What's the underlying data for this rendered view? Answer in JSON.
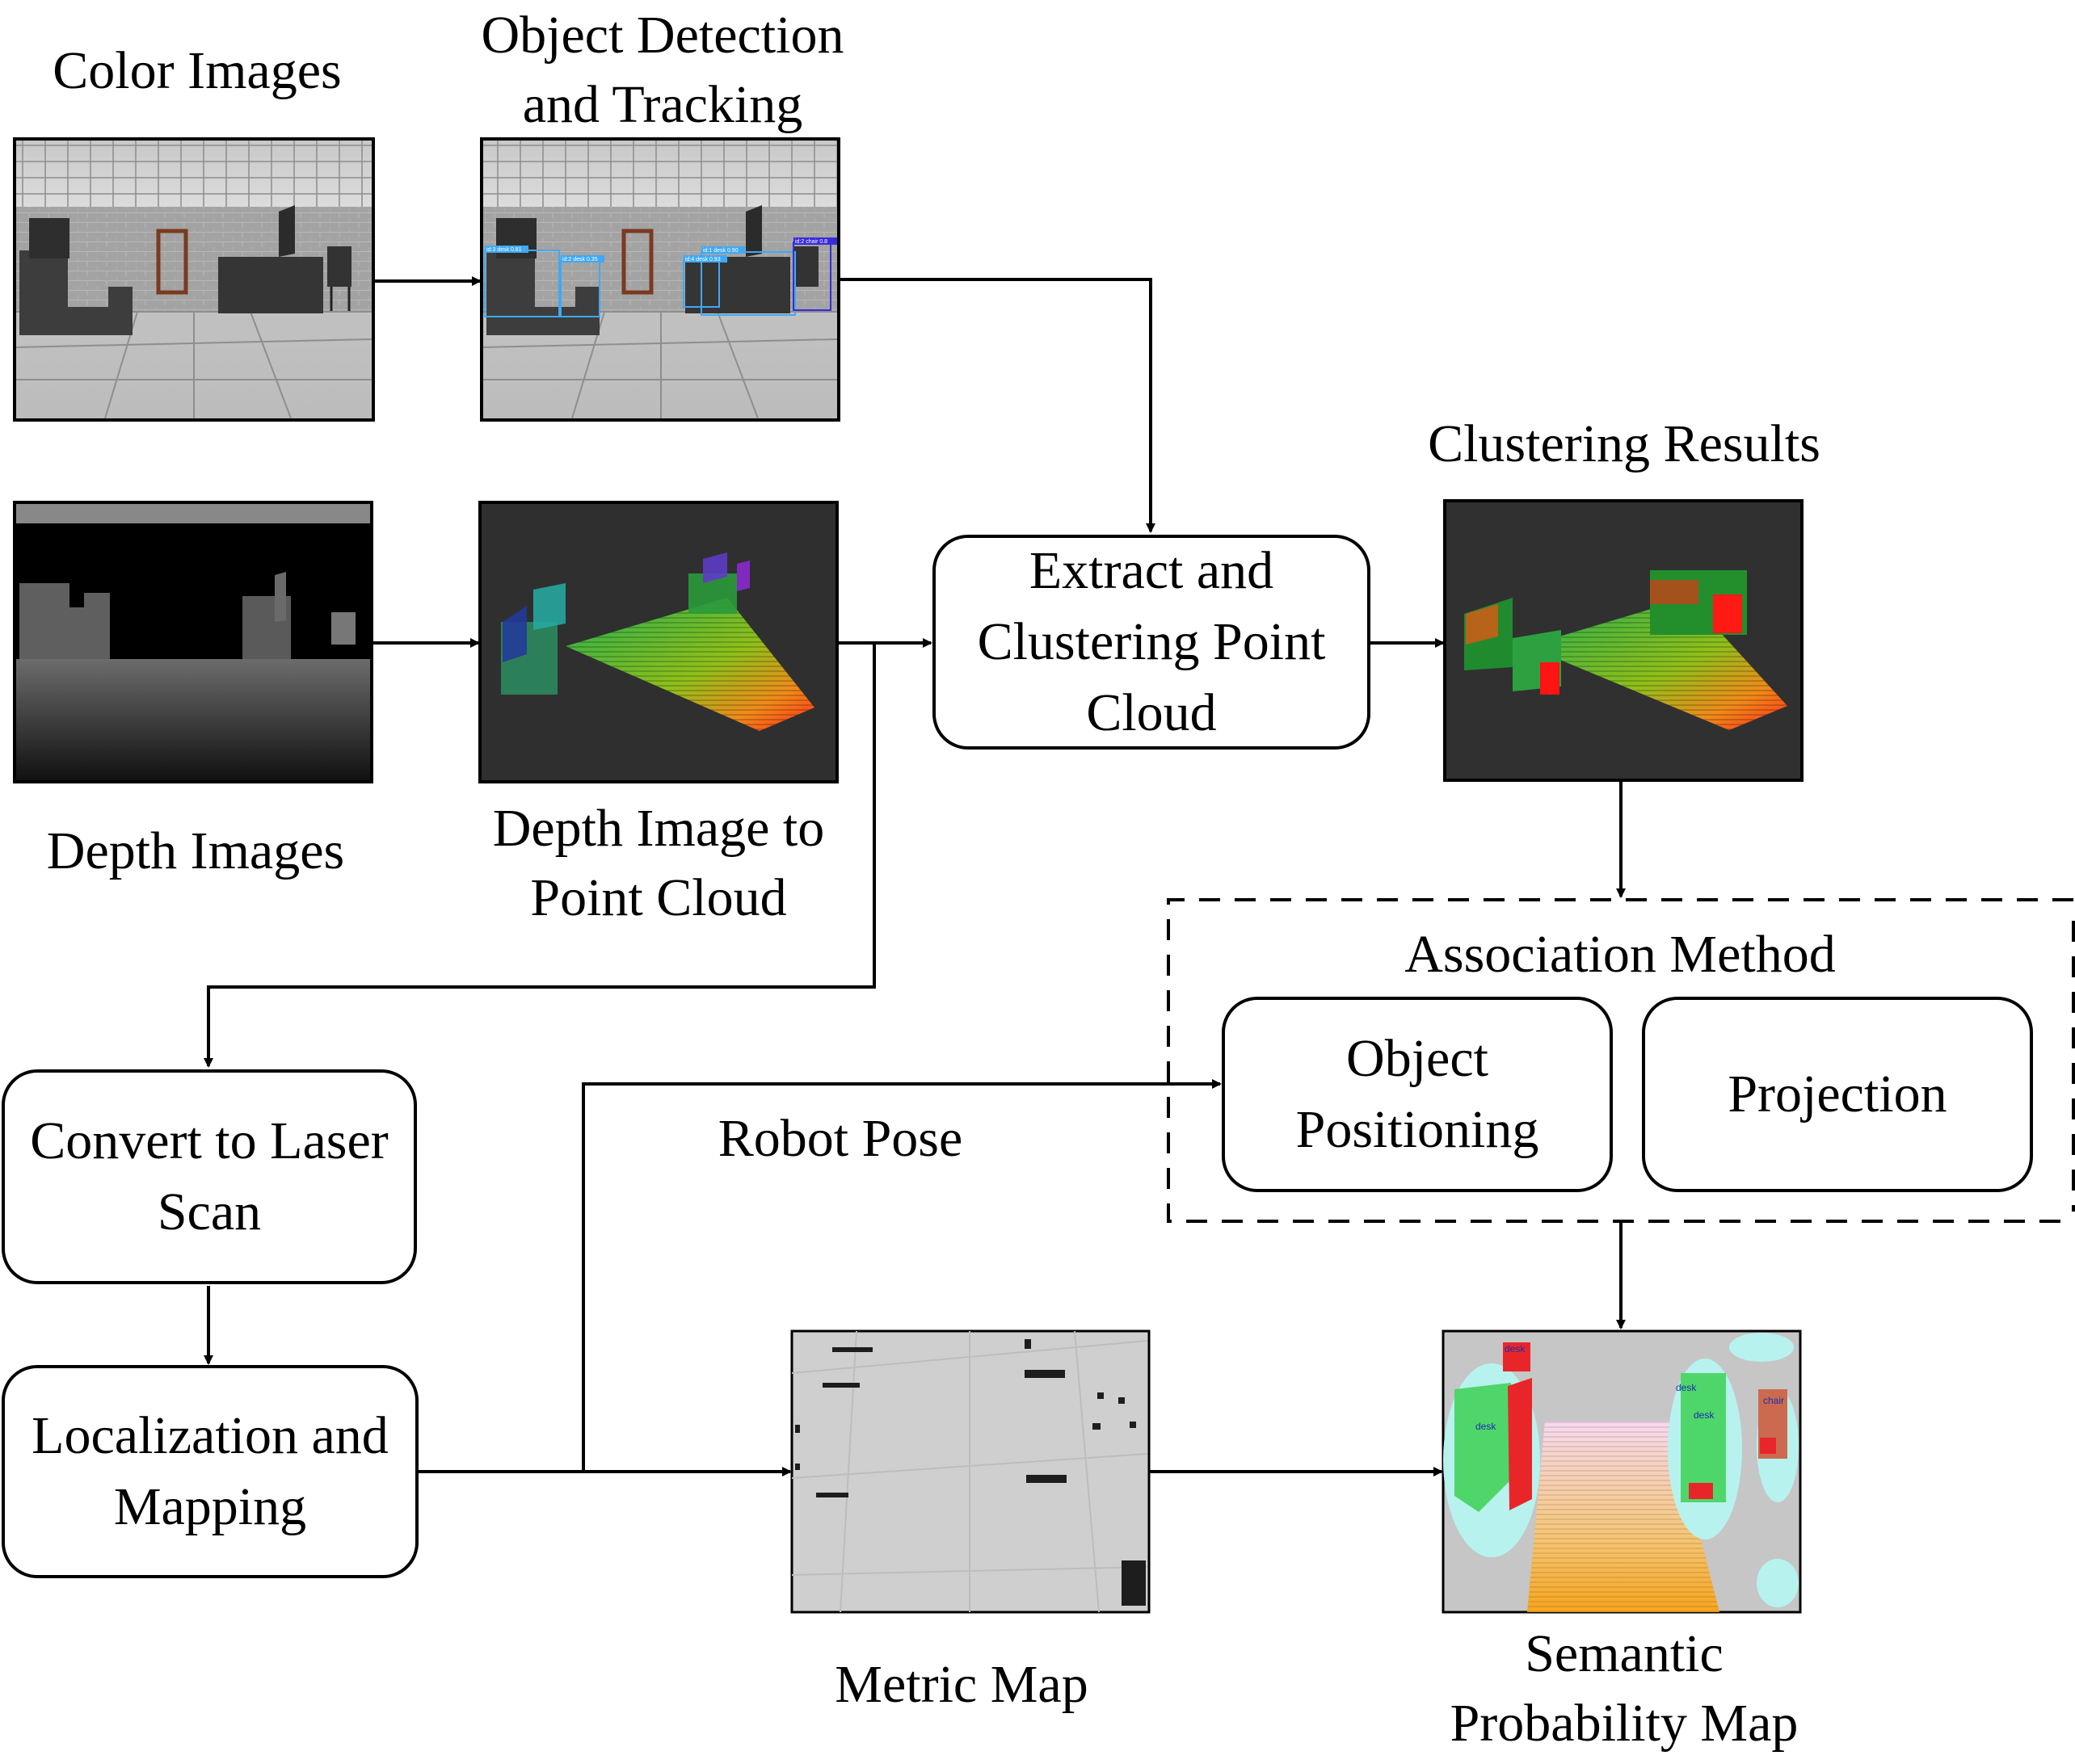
{
  "labels": {
    "color_images": "Color Images",
    "object_detection_line1": "Object Detection",
    "object_detection_line2": "and Tracking",
    "depth_images": "Depth Images",
    "depth_to_pc_line1": "Depth Image to",
    "depth_to_pc_line2": "Point Cloud",
    "clustering_results": "Clustering Results",
    "association_method": "Association Method",
    "robot_pose": "Robot Pose",
    "metric_map": "Metric Map",
    "semantic_line1": "Semantic",
    "semantic_line2": "Probability Map"
  },
  "boxes": {
    "extract_line1": "Extract and",
    "extract_line2": "Clustering Point",
    "extract_line3": "Cloud",
    "object_positioning_line1": "Object",
    "object_positioning_line2": "Positioning",
    "projection": "Projection",
    "convert_line1": "Convert to Laser",
    "convert_line2": "Scan",
    "localization_line1": "Localization and",
    "localization_line2": "Mapping"
  },
  "detections": {
    "det1": "id:3 desk 0.81",
    "det2": "id:2 desk 0.35",
    "det3": "id:1 desk 0.90",
    "det4": "id:4 desk 0.93",
    "det5": "id:2 chair 0.8"
  },
  "semantic_tags": {
    "desk_a": "desk",
    "desk_b": "desk",
    "desk_c": "desk",
    "desk_d": "desk",
    "chair": "chair"
  },
  "colors": {
    "detection_box": "#3fa9f5",
    "semantic_red": "#e8262a",
    "semantic_green": "#4fd66a",
    "inflation_cyan": "#b8f2ee"
  }
}
